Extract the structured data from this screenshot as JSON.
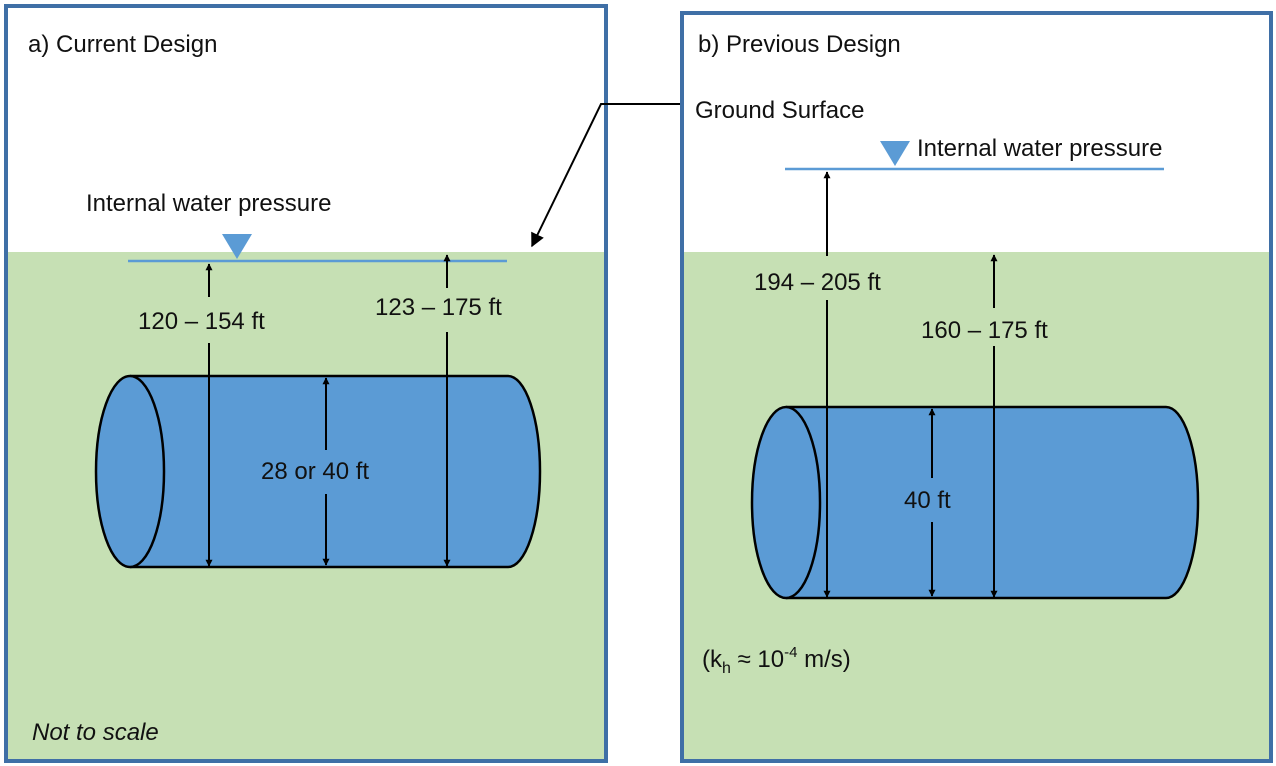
{
  "colors": {
    "panel_border": "#3f6fa6",
    "ground": "#c6e0b4",
    "tunnel_fill": "#5b9bd5",
    "water_line": "#5b9bd5",
    "water_marker": "#5b9bd5",
    "line": "#000000"
  },
  "panel_a": {
    "title": "a) Current Design",
    "water_label": "Internal water pressure",
    "dim_left": "120 – 154 ft",
    "dim_right": "123 – 175 ft",
    "diameter": "28 or 40 ft",
    "note": "Not to scale"
  },
  "panel_b": {
    "title": "b) Previous Design",
    "ground_label": "Ground Surface",
    "water_label": "Internal water pressure",
    "dim_left": "194 – 205 ft",
    "dim_right": "160 – 175 ft",
    "diameter": "40 ft",
    "conductivity": {
      "prefix": "(k",
      "subscript": "h",
      "middle": " ≈ 10",
      "superscript": "-4",
      "suffix": " m/s)"
    }
  }
}
